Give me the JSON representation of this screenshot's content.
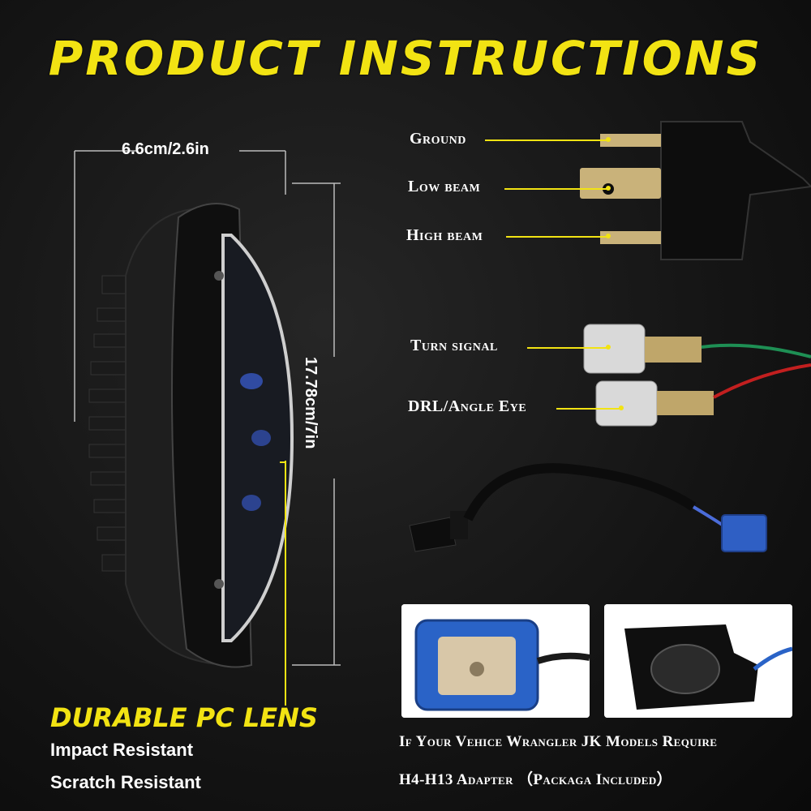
{
  "title": "PRODUCT INSTRUCTIONS",
  "dimensions": {
    "depth": "6.6cm/2.6in",
    "diameter": "17.78cm/7in"
  },
  "connector_labels": {
    "ground": "Ground",
    "low_beam": "Low beam",
    "high_beam": "High beam",
    "turn_signal": "Turn signal",
    "drl": "DRL/Angle Eye"
  },
  "lens": {
    "title": "DURABLE PC LENS",
    "features": [
      "Impact Resistant",
      "Scratch Resistant"
    ]
  },
  "note": {
    "line1": "If Your Vehice Wrangler JK Models Require",
    "line2": "H4-H13 Adapter （Packaga Included）"
  },
  "colors": {
    "accent": "#f2e313",
    "background": "#141414"
  }
}
